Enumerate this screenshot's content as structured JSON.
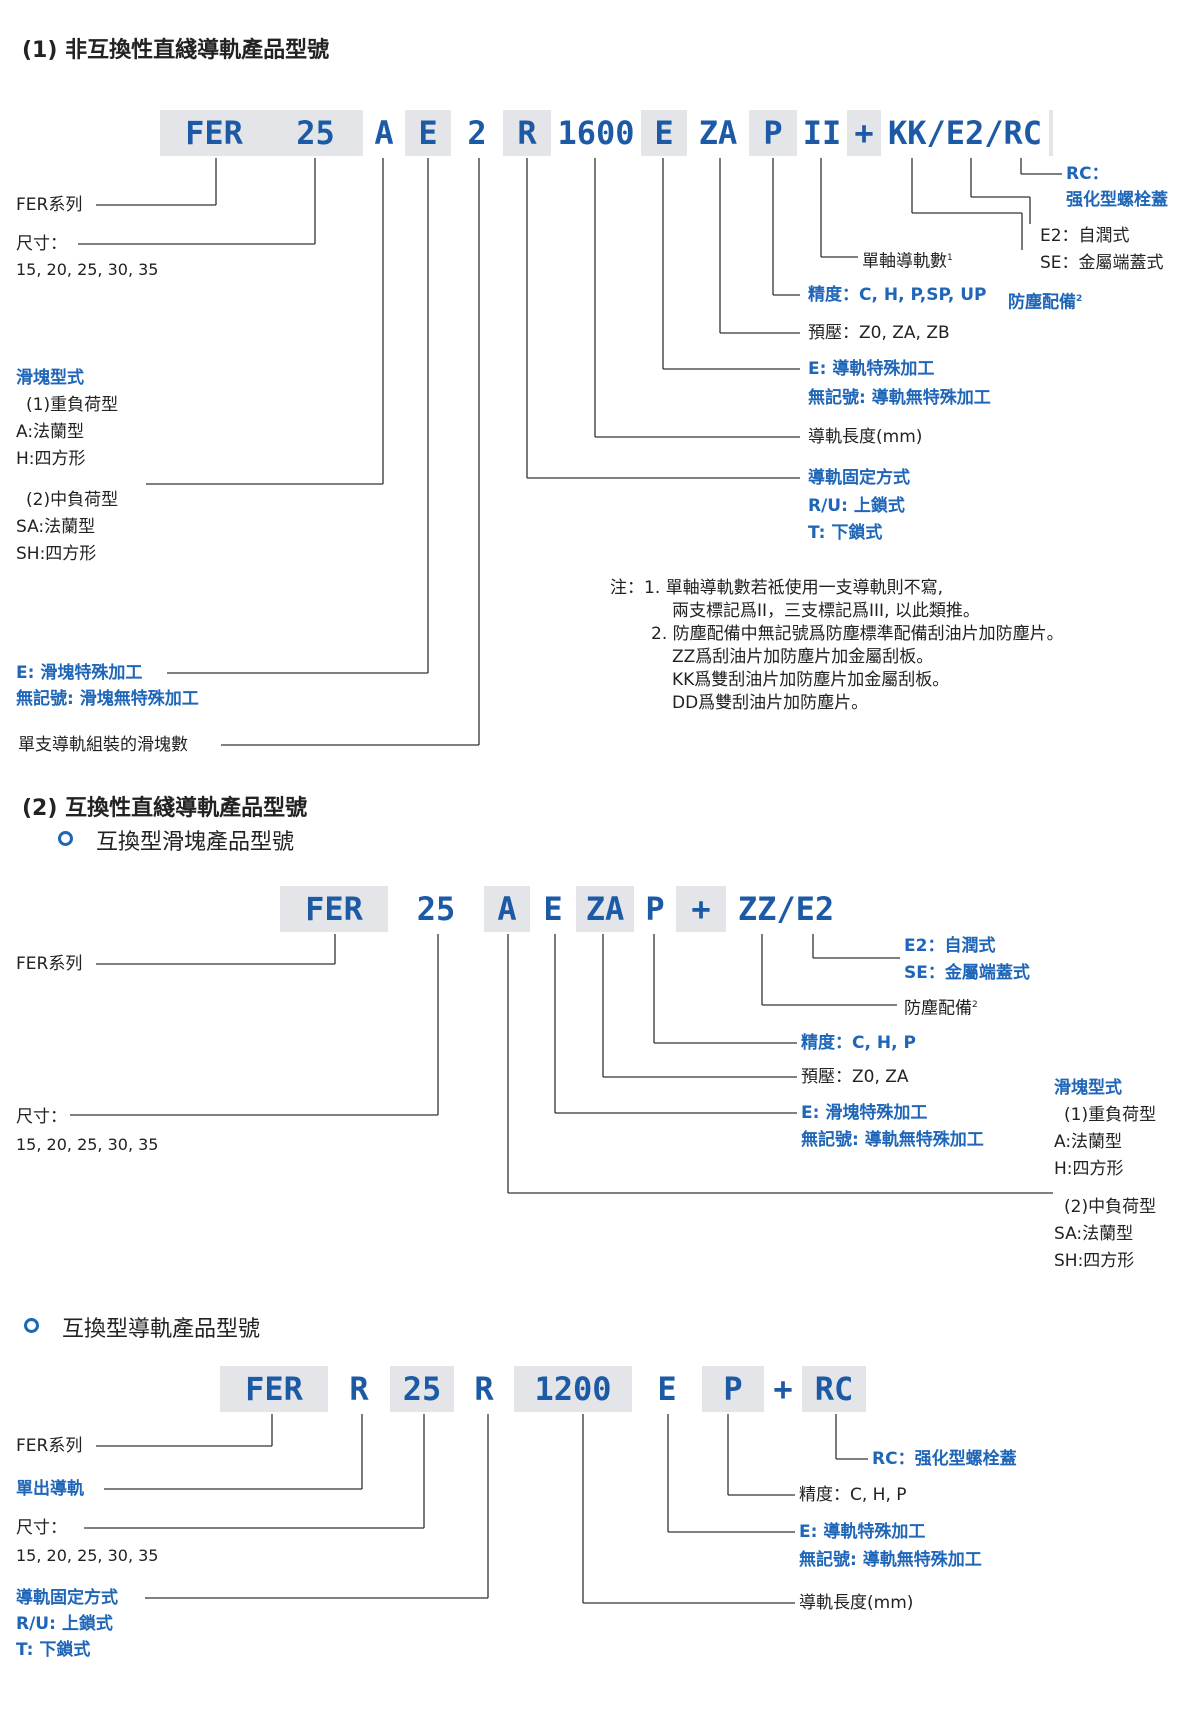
{
  "colors": {
    "accent": "#1f66b8",
    "box_gray": "#e4e5e8"
  },
  "section1": {
    "title": "(1) 非互換性直綫導軌產品型號",
    "code": [
      "FER",
      "25",
      "A",
      "E",
      "2",
      "R",
      "1600",
      "E",
      "ZA",
      "P",
      "II",
      "+",
      "KK/E2/RC"
    ],
    "left": {
      "series": "FER系列",
      "size_label": "尺寸：",
      "size_values": "15, 20, 25, 30, 35",
      "block_type_title": "滑塊型式",
      "heavy": "(1)重負荷型",
      "heavy_a": "A:法蘭型",
      "heavy_h": "H:四方形",
      "medium": "(2)中負荷型",
      "medium_sa": "SA:法蘭型",
      "medium_sh": "SH:四方形",
      "block_e": "E: 滑塊特殊加工",
      "block_none": "無記號: 滑塊無特殊加工",
      "blocks_per_rail": "單支導軌組裝的滑塊數"
    },
    "right": {
      "rc_label": "RC：",
      "rc_desc": "强化型螺栓蓋",
      "e2": "E2：自潤式",
      "se": "SE：金屬端蓋式",
      "dust": "防塵配備",
      "dust_sup": "2",
      "rails": "單軸導軌數",
      "rails_sup": "1",
      "precision": "精度：C, H, P,SP, UP",
      "preload": "預壓：Z0, ZA, ZB",
      "rail_e": "E: 導軌特殊加工",
      "rail_none": "無記號: 導軌無特殊加工",
      "length": "導軌長度(mm)",
      "fix_title": "導軌固定方式",
      "fix_ru": "R/U: 上鎖式",
      "fix_t": "T: 下鎖式"
    },
    "notes": [
      "注：1. 單軸導軌數若祗使用一支導軌則不寫,",
      "兩支標記爲II，三支標記爲III, 以此類推。",
      "2. 防塵配備中無記號爲防塵標準配備刮油片加防塵片。",
      "ZZ爲刮油片加防塵片加金屬刮板。",
      "KK爲雙刮油片加防塵片加金屬刮板。",
      "DD爲雙刮油片加防塵片。"
    ]
  },
  "section2": {
    "title": "(2) 互換性直綫導軌產品型號",
    "sub1": "互換型滑塊產品型號",
    "code": [
      "FER",
      "25",
      "A",
      "E",
      "ZA",
      "P",
      "+",
      "ZZ/E2"
    ],
    "series": "FER系列",
    "size_label": "尺寸：",
    "size_values": "15, 20, 25, 30, 35",
    "e2": "E2：自潤式",
    "se": "SE：金屬端蓋式",
    "dust": "防塵配備",
    "dust_sup": "2",
    "precision": "精度：C, H, P",
    "preload": "預壓：Z0, ZA",
    "block_e": "E: 滑塊特殊加工",
    "rail_none": "無記號: 導軌無特殊加工",
    "block_type_title": "滑塊型式",
    "heavy": "(1)重負荷型",
    "heavy_a": "A:法蘭型",
    "heavy_h": "H:四方形",
    "medium": "(2)中負荷型",
    "medium_sa": "SA:法蘭型",
    "medium_sh": "SH:四方形",
    "sub2": "互換型導軌產品型號",
    "code2": [
      "FER",
      "R",
      "25",
      "R",
      "1200",
      "E",
      "P",
      "+",
      "RC"
    ],
    "series2": "FER系列",
    "single_rail": "單出導軌",
    "size_label2": "尺寸：",
    "size_values2": "15, 20, 25, 30, 35",
    "fix_title": "導軌固定方式",
    "fix_ru": "R/U: 上鎖式",
    "fix_t": "T: 下鎖式",
    "rc": "RC：强化型螺栓蓋",
    "precision2": "精度：C, H, P",
    "rail_e": "E: 導軌特殊加工",
    "rail_none2": "無記號: 導軌無特殊加工",
    "length": "導軌長度(mm)"
  }
}
